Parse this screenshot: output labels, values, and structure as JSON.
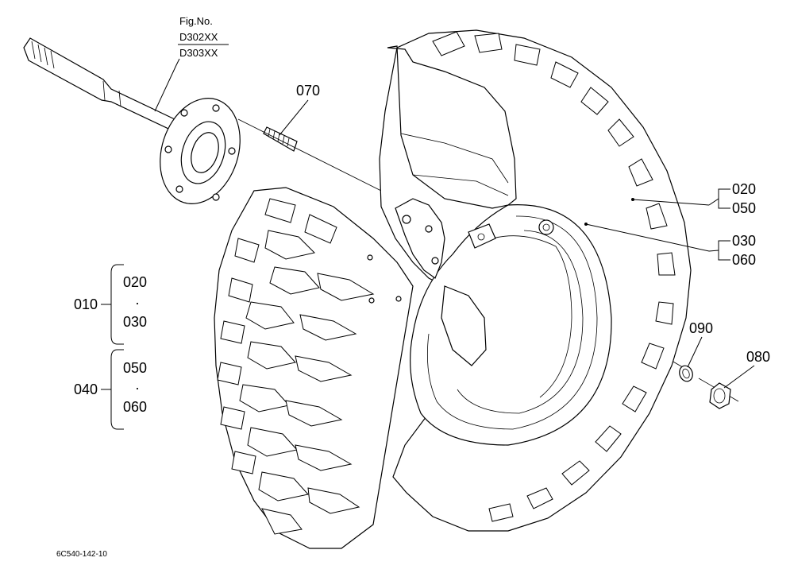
{
  "figure": {
    "fig_no_label": "Fig.No.",
    "fig_no_1": "D302XX",
    "fig_no_2": "D303XX"
  },
  "labels": {
    "p070": "070",
    "p020_a": "020",
    "p050_a": "050",
    "p030_a": "030",
    "p060_a": "060",
    "p090": "090",
    "p080": "080",
    "p010": "010",
    "p020_b": "020",
    "p030_b": "030",
    "p040": "040",
    "p050_b": "050",
    "p060_b": "060",
    "dot": "·"
  },
  "footer": {
    "drawing_code": "6C540-142-10"
  }
}
